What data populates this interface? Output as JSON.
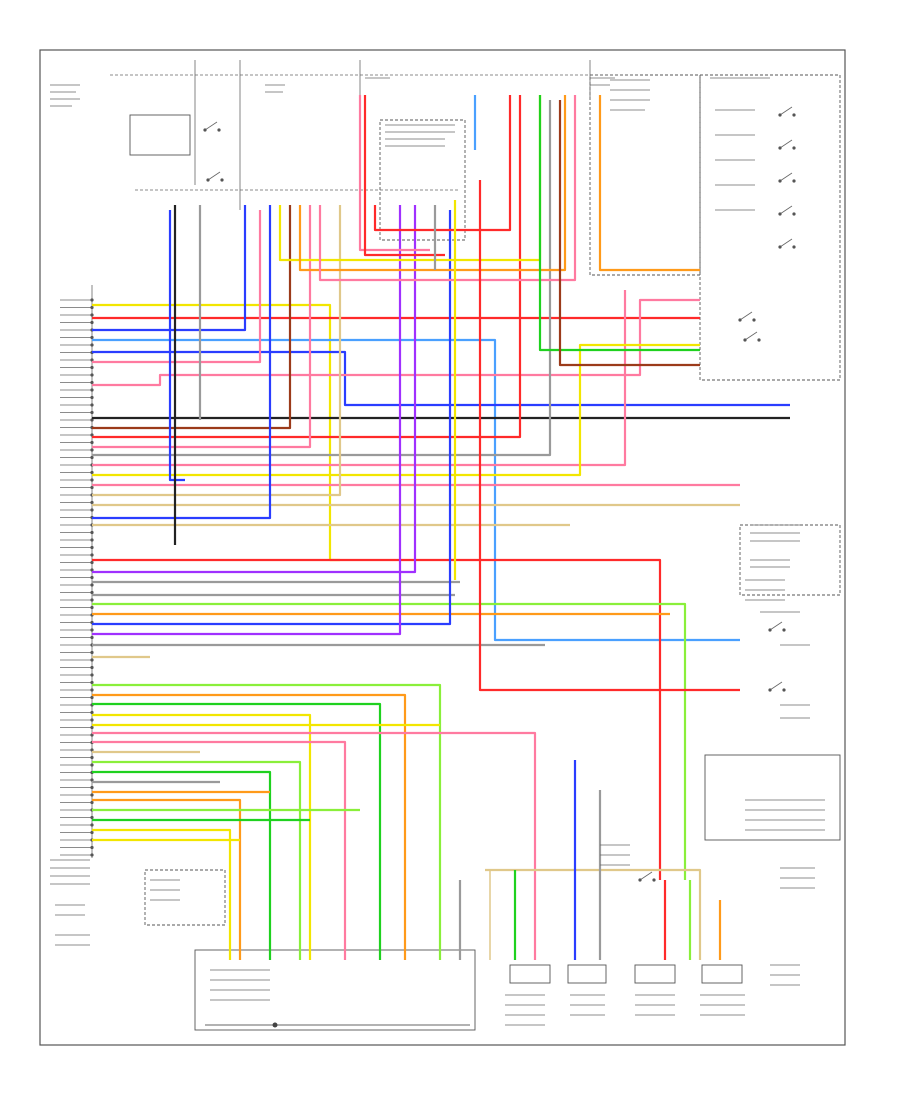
{
  "diagram": {
    "kind": "automotive wiring schematic",
    "text_legible": false,
    "footer_code": "",
    "wire_colors": {
      "red": "#ff2a2a",
      "pink": "#ff7aa0",
      "orange": "#ff9a1a",
      "yellow": "#f2e600",
      "light_green": "#8aef3a",
      "green": "#1fd11f",
      "blue": "#2a3dff",
      "light_blue": "#4aa0ff",
      "violet": "#a030ff",
      "brown": "#9b3a1a",
      "tan": "#e0c88a",
      "gray": "#9a9a9a",
      "black": "#222222",
      "white": "#dddddd"
    },
    "components": [
      {
        "id": "engine-control-module",
        "label": ""
      },
      {
        "id": "instrument-cluster",
        "label": ""
      },
      {
        "id": "park-neutral-position-switch",
        "label": ""
      },
      {
        "id": "shift-solenoid-valves",
        "label": ""
      },
      {
        "id": "vehicle-speed-sensor",
        "label": ""
      },
      {
        "id": "turbine-speed-sensor",
        "label": ""
      },
      {
        "id": "throttle-position-sensor",
        "label": ""
      },
      {
        "id": "transmission-fluid-temp-sensor",
        "label": ""
      },
      {
        "id": "overdrive-switch",
        "label": ""
      },
      {
        "id": "stop-light-switch",
        "label": ""
      },
      {
        "id": "hot-at-all-times-fuse",
        "label": ""
      },
      {
        "id": "ground-point",
        "label": ""
      }
    ]
  }
}
